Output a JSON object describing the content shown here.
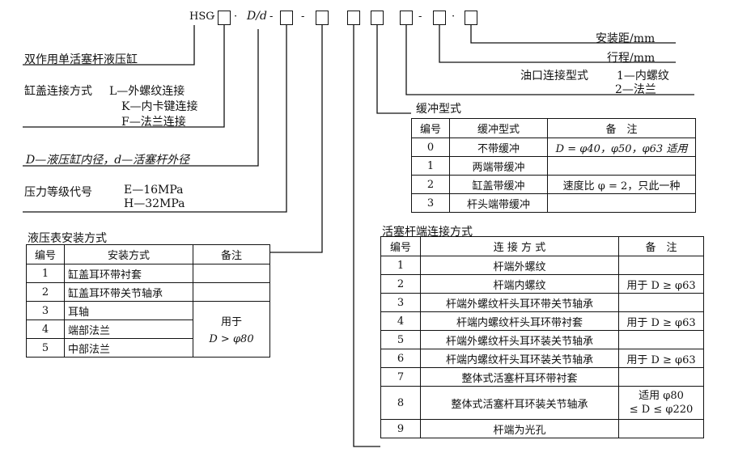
{
  "code": {
    "prefix": "HSG",
    "dot": "·",
    "dd": "D/d",
    "dash": "-"
  },
  "labels": {
    "mount_distance": "安装距/mm",
    "stroke": "行程/mm",
    "port_type": "油口连接型式",
    "port_opt1": "1—内螺纹",
    "port_opt2": "2—法兰",
    "cushion_title": "缓冲型式",
    "cylinder_name": "双作用单活塞杆液压缸",
    "cover_title": "缸盖连接方式",
    "cover_L": "L—外螺纹连接",
    "cover_K": "K—内卡键连接",
    "cover_F": "F—法兰连接",
    "diameter": "D—液压缸内径，d—活塞杆外径",
    "pressure_title": "压力等级代号",
    "pressure_E": "E—16MPa",
    "pressure_H": "H—32MPa",
    "gauge_title": "液压表安装方式",
    "rodend_title": "活塞杆端连接方式"
  },
  "cushion_table": {
    "headers": [
      "编号",
      "缓冲型式",
      "备　注"
    ],
    "rows": [
      {
        "no": "0",
        "type": "不带缓冲",
        "note": "D = φ40，φ50，φ63 适用"
      },
      {
        "no": "1",
        "type": "两端带缓冲",
        "note": ""
      },
      {
        "no": "2",
        "type": "缸盖带缓冲",
        "note": "速度比 φ = 2，只此一种"
      },
      {
        "no": "3",
        "type": "杆头端带缓冲",
        "note": ""
      }
    ]
  },
  "gauge_table": {
    "headers": [
      "编号",
      "安装方式",
      "备注"
    ],
    "rows": [
      {
        "no": "1",
        "type": "缸盖耳环带衬套"
      },
      {
        "no": "2",
        "type": "缸盖耳环带关节轴承"
      },
      {
        "no": "3",
        "type": "耳轴"
      },
      {
        "no": "4",
        "type": "端部法兰"
      },
      {
        "no": "5",
        "type": "中部法兰"
      }
    ],
    "merged_note_1": "用于",
    "merged_note_2": "D > φ80"
  },
  "rodend_table": {
    "headers": [
      "编号",
      "连 接 方 式",
      "备　注"
    ],
    "rows": [
      {
        "no": "1",
        "type": "杆端外螺纹",
        "note": ""
      },
      {
        "no": "2",
        "type": "杆端内螺纹",
        "note": "用于 D ≥ φ63"
      },
      {
        "no": "3",
        "type": "杆端外螺纹杆头耳环带关节轴承",
        "note": ""
      },
      {
        "no": "4",
        "type": "杆端内螺纹杆头耳环带衬套",
        "note": "用于 D ≥ φ63"
      },
      {
        "no": "5",
        "type": "杆端外螺纹杆头耳环装关节轴承",
        "note": ""
      },
      {
        "no": "6",
        "type": "杆端内螺纹杆头耳环装关节轴承",
        "note": "用于 D ≥ φ63"
      },
      {
        "no": "7",
        "type": "整体式活塞杆耳环带衬套",
        "note": ""
      },
      {
        "no": "8",
        "type": "整体式活塞杆耳环装关节轴承",
        "note": "适用 φ80",
        "note2": "≤ D ≤ φ220"
      },
      {
        "no": "9",
        "type": "杆端为光孔",
        "note": ""
      }
    ]
  }
}
